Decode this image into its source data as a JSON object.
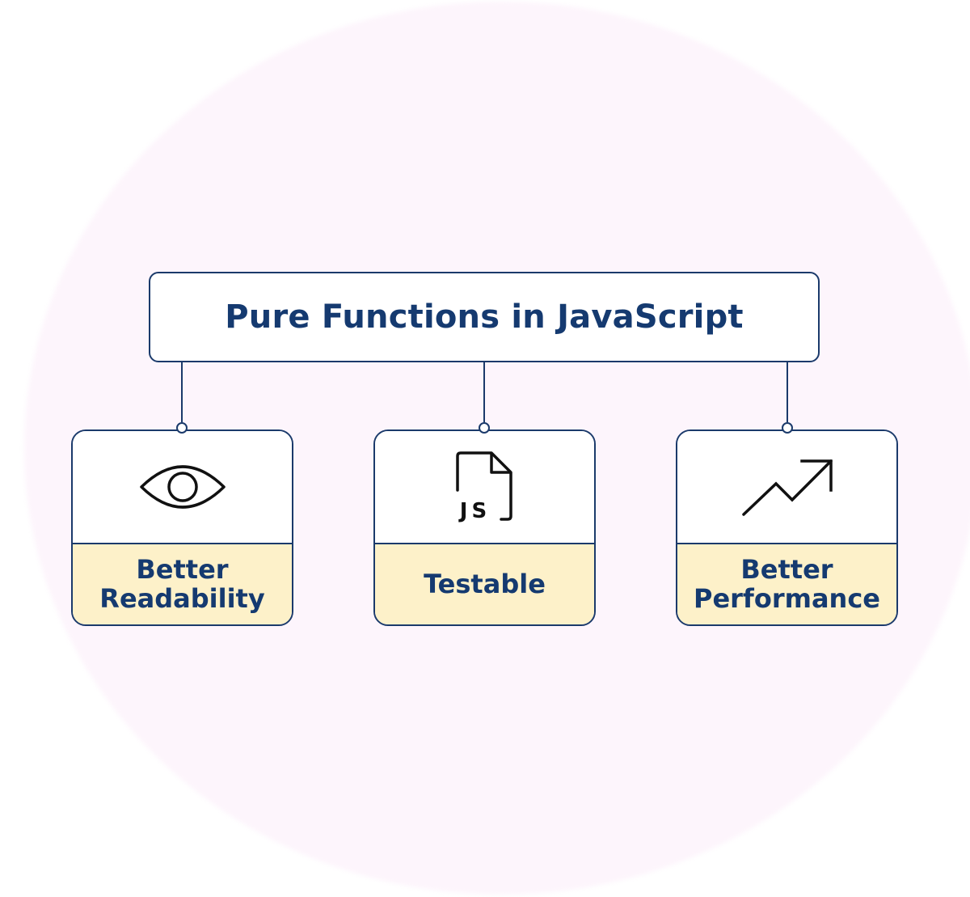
{
  "diagram": {
    "title": "Pure Functions in JavaScript",
    "colors": {
      "border": "#1b3a6b",
      "text": "#153a70",
      "label_background": "#fdf1c9",
      "page_background_ellipse": "#fdf5fc",
      "icon_stroke": "#111111"
    },
    "cards": [
      {
        "icon": "eye-icon",
        "label": "Better\nReadability"
      },
      {
        "icon": "js-file-icon",
        "label": "Testable",
        "icon_text": "JS"
      },
      {
        "icon": "trending-up-icon",
        "label": "Better\nPerformance"
      }
    ]
  }
}
